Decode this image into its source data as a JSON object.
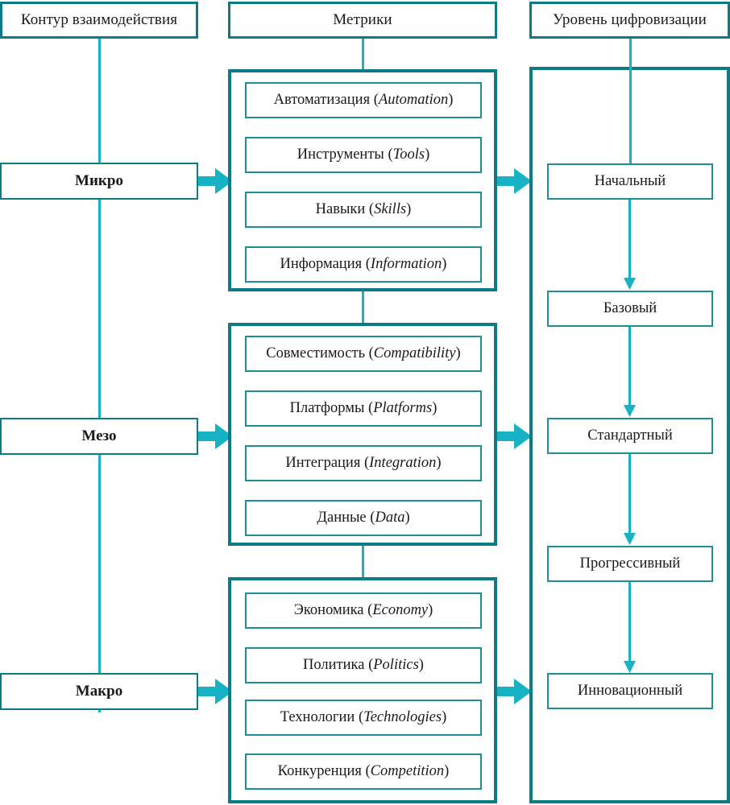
{
  "diagram": {
    "title_hidden": "",
    "accent_color": "#0d7a84",
    "connector_color": "#17b3c4",
    "columns": {
      "left_header": "Контур взаимодействия",
      "middle_header": "Метрики",
      "right_header": "Уровень цифровизации"
    },
    "tiers": [
      {
        "label": "Микро"
      },
      {
        "label": "Мезо"
      },
      {
        "label": "Макро"
      }
    ],
    "metric_groups": [
      {
        "tier": "Микро",
        "items": [
          {
            "ru": "Автоматизация",
            "en": "Automation"
          },
          {
            "ru": "Инструменты",
            "en": "Tools"
          },
          {
            "ru": "Навыки",
            "en": "Skills"
          },
          {
            "ru": "Информация",
            "en": "Information"
          }
        ]
      },
      {
        "tier": "Мезо",
        "items": [
          {
            "ru": "Совместимость",
            "en": "Compatibility"
          },
          {
            "ru": "Платформы",
            "en": "Platforms"
          },
          {
            "ru": "Интеграция",
            "en": "Integration"
          },
          {
            "ru": "Данные",
            "en": "Data"
          }
        ]
      },
      {
        "tier": "Макро",
        "items": [
          {
            "ru": "Экономика",
            "en": "Economy"
          },
          {
            "ru": "Политика",
            "en": "Politics"
          },
          {
            "ru": "Технологии",
            "en": "Technologies"
          },
          {
            "ru": "Конкуренция",
            "en": "Competition"
          }
        ]
      }
    ],
    "levels": [
      {
        "label": "Начальный"
      },
      {
        "label": "Базовый"
      },
      {
        "label": "Стандартный"
      },
      {
        "label": "Прогрессивный"
      },
      {
        "label": "Инновационный"
      }
    ]
  }
}
